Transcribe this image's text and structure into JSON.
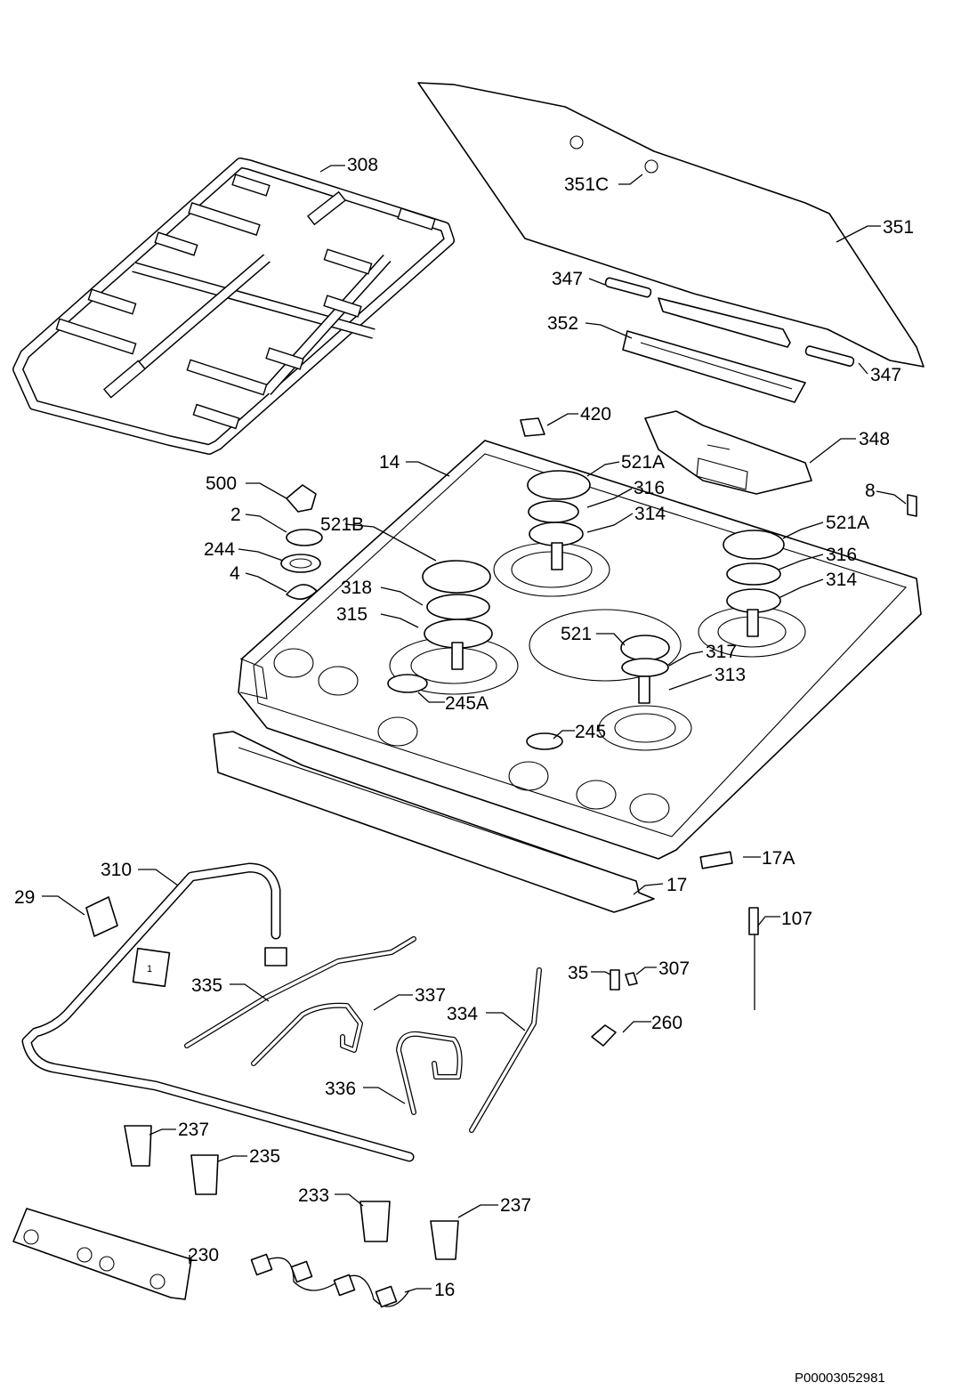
{
  "reference_code": "P00003052981",
  "callouts": [
    {
      "id": "308",
      "text": "308"
    },
    {
      "id": "351C",
      "text": "351C"
    },
    {
      "id": "351",
      "text": "351"
    },
    {
      "id": "347a",
      "text": "347"
    },
    {
      "id": "352",
      "text": "352"
    },
    {
      "id": "347b",
      "text": "347"
    },
    {
      "id": "420",
      "text": "420"
    },
    {
      "id": "348",
      "text": "348"
    },
    {
      "id": "14",
      "text": "14"
    },
    {
      "id": "521Aa",
      "text": "521A"
    },
    {
      "id": "500",
      "text": "500"
    },
    {
      "id": "316a",
      "text": "316"
    },
    {
      "id": "8",
      "text": "8"
    },
    {
      "id": "314a",
      "text": "314"
    },
    {
      "id": "2",
      "text": "2"
    },
    {
      "id": "521B",
      "text": "521B"
    },
    {
      "id": "521Ab",
      "text": "521A"
    },
    {
      "id": "244",
      "text": "244"
    },
    {
      "id": "316b",
      "text": "316"
    },
    {
      "id": "4",
      "text": "4"
    },
    {
      "id": "314b",
      "text": "314"
    },
    {
      "id": "318",
      "text": "318"
    },
    {
      "id": "315",
      "text": "315"
    },
    {
      "id": "521",
      "text": "521"
    },
    {
      "id": "317",
      "text": "317"
    },
    {
      "id": "313",
      "text": "313"
    },
    {
      "id": "245A",
      "text": "245A"
    },
    {
      "id": "245",
      "text": "245"
    },
    {
      "id": "17A",
      "text": "17A"
    },
    {
      "id": "310",
      "text": "310"
    },
    {
      "id": "17",
      "text": "17"
    },
    {
      "id": "29",
      "text": "29"
    },
    {
      "id": "107",
      "text": "107"
    },
    {
      "id": "35",
      "text": "35"
    },
    {
      "id": "307",
      "text": "307"
    },
    {
      "id": "335",
      "text": "335"
    },
    {
      "id": "337",
      "text": "337"
    },
    {
      "id": "334",
      "text": "334"
    },
    {
      "id": "260",
      "text": "260"
    },
    {
      "id": "336",
      "text": "336"
    },
    {
      "id": "237a",
      "text": "237"
    },
    {
      "id": "235",
      "text": "235"
    },
    {
      "id": "233",
      "text": "233"
    },
    {
      "id": "237b",
      "text": "237"
    },
    {
      "id": "230",
      "text": "230"
    },
    {
      "id": "16",
      "text": "16"
    }
  ],
  "pipe_tag": "1"
}
